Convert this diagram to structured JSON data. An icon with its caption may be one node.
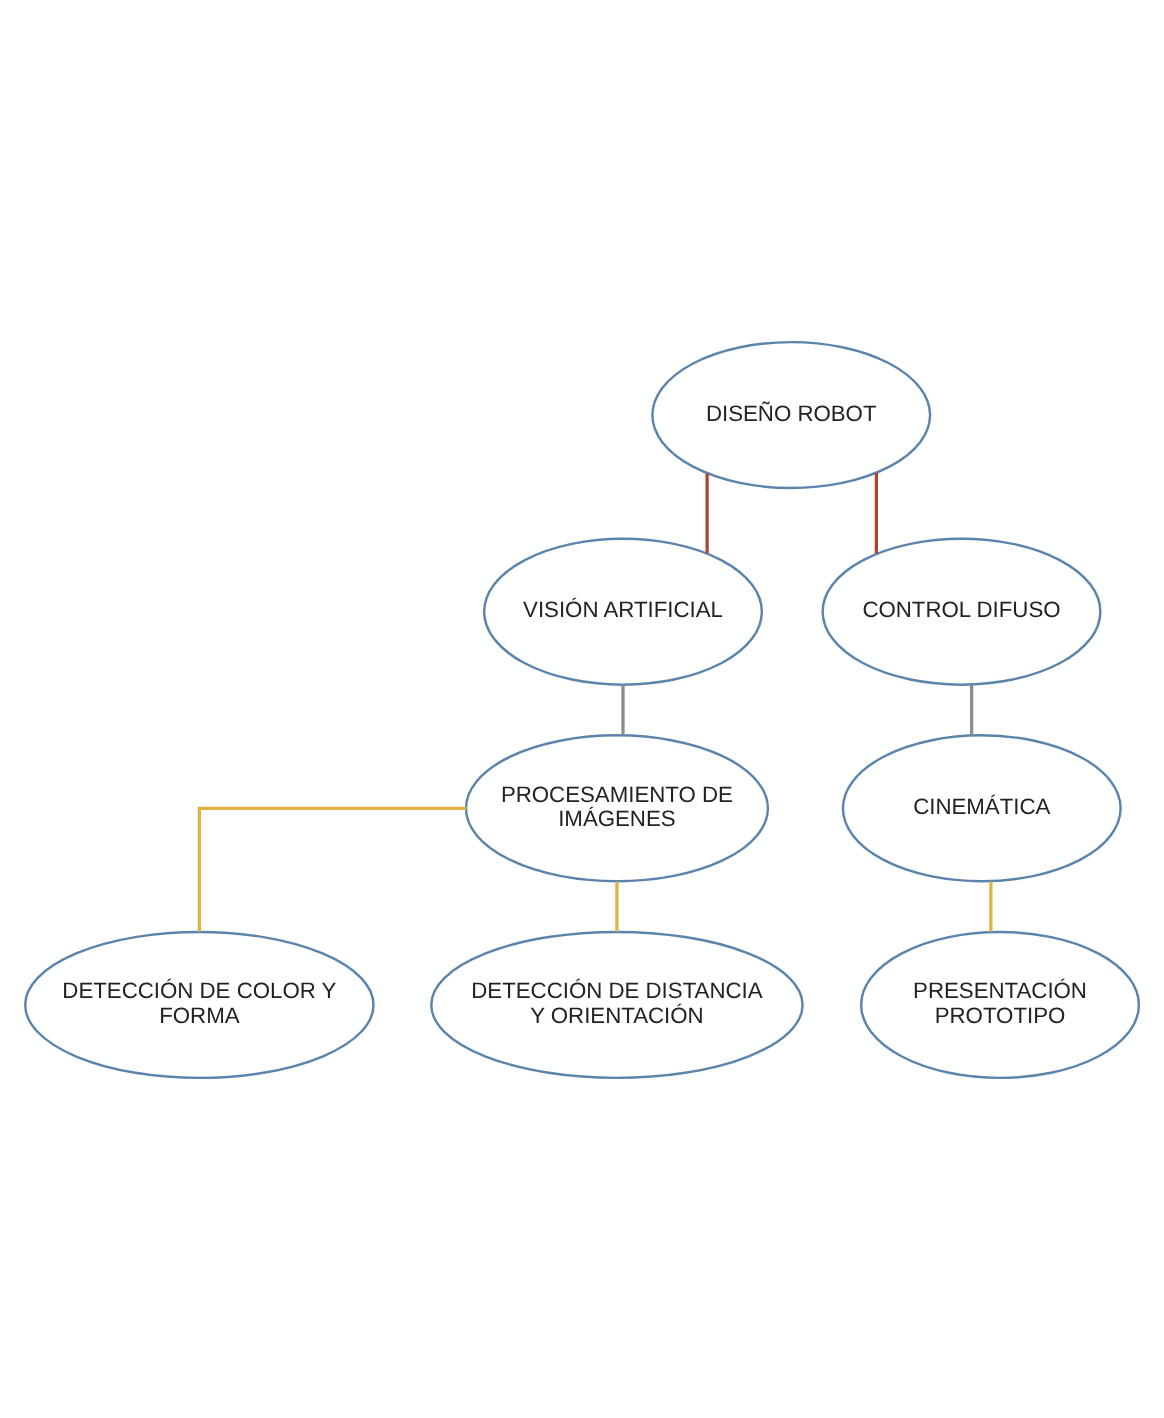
{
  "diagram": {
    "nodes": [
      {
        "text": [
          "DISEÑO ROBOT"
        ]
      },
      {
        "text": [
          "VISIÓN ARTIFICIAL"
        ]
      },
      {
        "text": [
          "CONTROL DIFUSO"
        ]
      },
      {
        "text": [
          "PROCESAMIENTO DE IMÁGENES"
        ]
      },
      {
        "text": [
          "CINEMÁTICA"
        ]
      },
      {
        "text": [
          "DETECCIÓN DE COLOR Y FORMA"
        ]
      },
      {
        "text": [
          "DETECCIÓN DE DISTANCIA Y ORIENTACIÓN"
        ]
      },
      {
        "text": [
          "PRESENTACIÓN PROTOTIPO"
        ]
      }
    ],
    "edges": [
      {
        "from": 0,
        "to": 1,
        "arrow": "none",
        "color": "#b0452a"
      },
      {
        "from": 0,
        "to": 2,
        "arrow": "none",
        "color": "#b0452a"
      },
      {
        "from": 1,
        "to": 3,
        "arrow": "none",
        "color": "#8c8c8c"
      },
      {
        "from": 2,
        "to": 4,
        "arrow": "none",
        "color": "#8c8c8c"
      },
      {
        "from": 3,
        "to": 5,
        "arrow": "none"
      },
      {
        "from": 3,
        "to": 6,
        "arrow": "none"
      },
      {
        "from": 4,
        "to": 7,
        "arrow": "none"
      }
    ]
  }
}
